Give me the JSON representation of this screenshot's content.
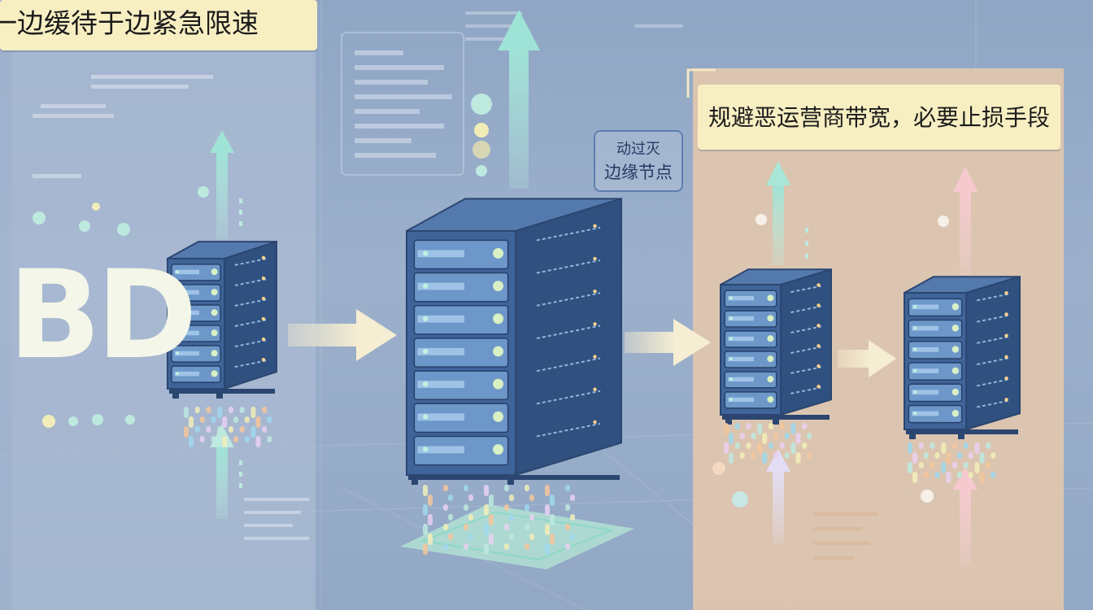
{
  "banner_left_text": "一边缓待于边紧急限速",
  "banner_right_text": "规避恶运营商带宽，必要止损手段",
  "callout": {
    "line1": "动过灭",
    "line2": "边缘节点"
  },
  "big_letters": "BD",
  "colors": {
    "background": "#9cb0cc",
    "panel_left": "#a9b8d2",
    "panel_right": "#e8c9ab",
    "banner": "#f7efc2",
    "server_body": "#3f6499",
    "server_side": "#30507f",
    "flow_arrow": "#f4ebcc",
    "up_arrow_teal": "#9fe3d6",
    "up_arrow_pink": "#f6c9cf"
  },
  "icons": {
    "server_rack": "server-rack-icon",
    "flow_arrow": "right-arrow",
    "upload_arrow": "up-arrow"
  }
}
